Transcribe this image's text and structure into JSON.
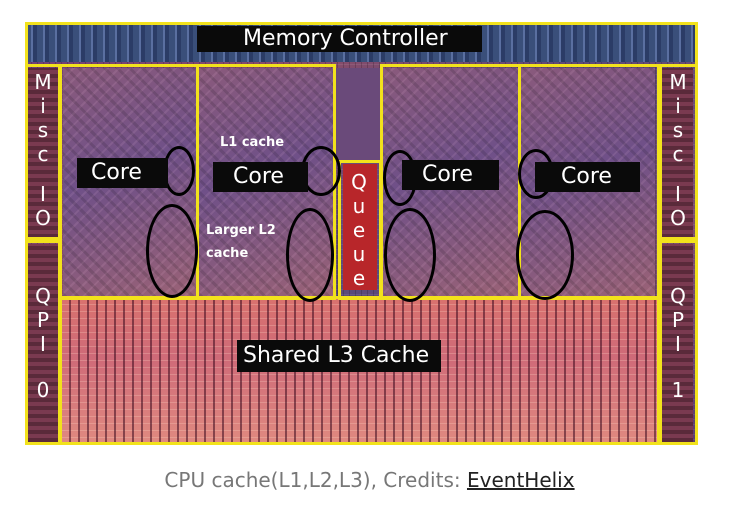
{
  "figure": {
    "labels": {
      "memory_controller": "Memory Controller",
      "cores": [
        "Core",
        "Core",
        "Core",
        "Core"
      ],
      "l1_cache": "L1 cache",
      "l2_line1": "Larger L2",
      "l2_line2": "cache",
      "queue": [
        "Q",
        "u",
        "e",
        "u",
        "e"
      ],
      "misc_io_left": [
        "M",
        "i",
        "s",
        "c",
        "I",
        "O"
      ],
      "misc_io_right": [
        "M",
        "i",
        "s",
        "c",
        "I",
        "O"
      ],
      "qpi_left": [
        "Q",
        "P",
        "I",
        "0"
      ],
      "qpi_right": [
        "Q",
        "P",
        "I",
        "1"
      ],
      "shared_l3": "Shared L3 Cache"
    },
    "colors": {
      "outline": "#f2e21c",
      "annotation_circles": "#000000"
    }
  },
  "caption": {
    "text": "CPU cache(L1,L2,L3), Credits: ",
    "link_text": "EventHelix"
  }
}
